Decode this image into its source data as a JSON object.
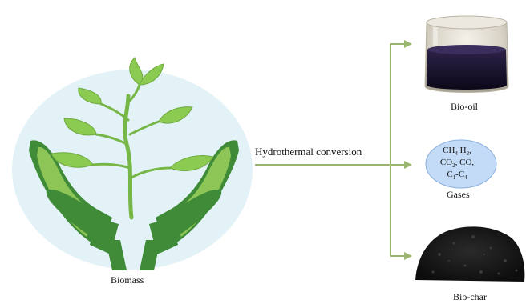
{
  "diagram": {
    "source_label": "Biomass",
    "process_label": "Hydrothermal conversion",
    "products": {
      "bio_oil": "Bio-oil",
      "gases": "Gases",
      "bio_char": "Bio-char"
    },
    "gas_composition": {
      "line1": {
        "a": "CH",
        "a_sub": "4",
        "b": " H",
        "b_sub": "2",
        "c": ","
      },
      "line2": {
        "a": "CO",
        "a_sub": "2",
        "b": ", CO,"
      },
      "line3": {
        "a": "C",
        "a_sub": "1",
        "b": "-C",
        "b_sub": "4"
      }
    },
    "colors": {
      "circle_bg": "#e2f2f7",
      "hands": "#3f8b38",
      "hands_light": "#8dc657",
      "leaf": "#8ccb52",
      "leaf_vein": "#6eaa3c",
      "stem": "#77b748",
      "arrow": "#9bb66e",
      "gas_ellipse": "#c3dbf6",
      "gas_ellipse_stroke": "#8bb0de",
      "oil": "#15102a",
      "char": "#1c1c1c"
    },
    "icons": [
      "plant-in-hands-icon",
      "bio-oil-jar-photo",
      "bio-char-pile-photo"
    ]
  }
}
